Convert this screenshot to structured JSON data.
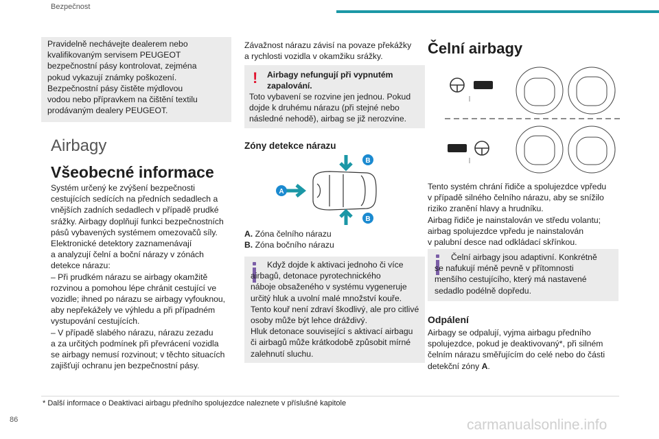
{
  "header": {
    "section": "Bezpečnost",
    "accent": "#1b97a6"
  },
  "col1": {
    "box_text": "Pravidelně nechávejte dealerem nebo\nkvalifikovaným servisem PEUGEOT\nbezpečnostní pásy kontrolovat, zejména\npokud vykazují známky poškození.\nBezpečnostní pásy čistěte mýdlovou\nvodou nebo přípravkem na čištění textilu\nprodávaným dealery PEUGEOT.",
    "section_title": "Airbagy",
    "heading": "Všeobecné informace",
    "body": "Systém určený ke zvýšení bezpečnosti\ncestujících sedících na předních sedadlech a\nvnějších zadních sedadlech v případě prudké\nsrážky. Airbagy doplňují funkci bezpečnostních\npásů vybavených systémem omezovačů síly.\nElektronické detektory zaznamenávají\na analyzují čelní a boční nárazy v zónách\ndetekce nárazu:\n–  Při prudkém nárazu se airbagy okamžitě\nrozvinou a pomohou lépe chránit cestující ve\nvozidle; ihned po nárazu se airbagy vyfouknou,\naby nepřekážely ve výhledu a při případném\nvystupování cestujících.\n–  V případě slabého nárazu, nárazu zezadu\na za určitých podmínek při převrácení vozidla\nse airbagy nemusí rozvinout; v těchto situacích\nzajišťují ochranu jen bezpečnostní pásy."
  },
  "col2": {
    "intro": "Závažnost nárazu závisí na povaze překážky\na rychlosti vozidla v okamžiku srážky.",
    "warning_mark": "!",
    "warning_title": "Airbagy nefungují při vypnutém\nzapalování.",
    "warning_body": "Toto vybavení se rozvine jen jednou. Pokud\ndojde k druhému nárazu (při stejné nebo\nnásledné nehodě), airbag se již nerozvine.",
    "zones_heading": "Zóny detekce nárazu",
    "zone_a_letter": "A.",
    "zone_a_text": "Zóna čelního nárazu",
    "zone_b_letter": "B.",
    "zone_b_text": "Zóna bočního nárazu",
    "diagram_letters": {
      "a": "A",
      "b": "B"
    },
    "info_text": "Když dojde k aktivaci jednoho či více\nairbagů, detonace pyrotechnického\nnáboje obsaženého v systému vygeneruje\nurčitý hluk a uvolní malé množství kouře.\nTento kouř není zdraví škodlivý, ale pro citlivé\nosoby může být lehce dráždivý.\nHluk detonace související s aktivací airbagu\nči airbagů může krátkodobě způsobit mírné\nzalehnutí sluchu."
  },
  "col3": {
    "heading": "Čelní airbagy",
    "body": "Tento systém chrání řidiče a spolujezdce vpředu\nv případě silného čelního nárazu, aby se snížilo\nriziko zranění hlavy a hrudníku.\nAirbag řidiče je nainstalován ve středu volantu;\nairbag spolujezdce vpředu je nainstalován\nv palubní desce nad odkládací skřínkou.",
    "info_text": "Čelní airbagy jsou adaptivní. Konkrétně\nse nafukují méně pevně v přítomnosti\nmenšího cestujícího, který má nastavené\nsedadlo podélně dopředu.",
    "sub_heading": "Odpálení",
    "sub_body_pre": "Airbagy se odpalují, vyjma airbagu předního\nspolujezdce, pokud je deaktivovaný*, při silném\nčelním nárazu směřujícím do celé nebo do části\ndetekční zóny ",
    "sub_body_bold": "A",
    "sub_body_post": "."
  },
  "footer": {
    "note": "* Další informace o Deaktivaci airbagu předního spolujezdce naleznete v příslušné kapitole",
    "page_number": "86",
    "watermark": "carmanualsonline.info"
  },
  "colors": {
    "accent": "#1b97a6",
    "warning": "#e1132e",
    "info": "#7b5ea7",
    "box_bg": "#ebebeb",
    "diagram_blue": "#1b8ad0",
    "diagram_teal": "#1b97a6"
  }
}
